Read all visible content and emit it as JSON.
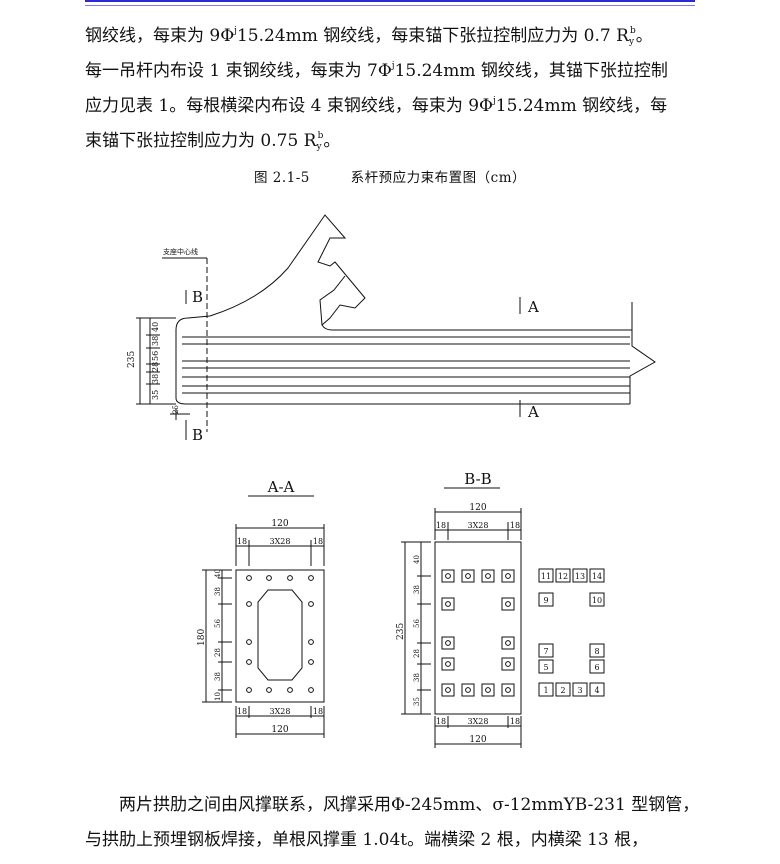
{
  "paragraph1": {
    "l1": "钢绞线，每束为 9Φ",
    "l1_sup": "j",
    "l1_b": "15.24mm 钢绞线，每束锚下张拉控制应力为 0.7 R",
    "l1_sub": "y",
    "l1_sup2": "b",
    "l1_c": "。",
    "l2a": "每一吊杆内布设 1 束钢绞线，每束为 7Φ",
    "l2_sup": "j",
    "l2b": "15.24mm 钢绞线，其锚下张拉控制",
    "l3": "应力见表 1。每根横梁内布设 4 束钢绞线，每束为 9Φ",
    "l3_sup": "j",
    "l3b": "15.24mm 钢绞线，每",
    "l4a": "束锚下张拉控制应力为 0.75 R",
    "l4_sub": "y",
    "l4_sup": "b",
    "l4b": "。"
  },
  "caption": {
    "number": "图 2.1-5",
    "title": "系杆预应力束布置图（cm）"
  },
  "elevation": {
    "label_support": "支座中心线",
    "section_b": "B",
    "section_a": "A",
    "dims_vertical": [
      "40",
      "38",
      "56",
      "28",
      "38",
      "35"
    ],
    "dim_total": "235",
    "dim_left": "25"
  },
  "section_aa": {
    "title": "A-A",
    "width_total": "120",
    "edge": "18",
    "spacing": "3X28",
    "height_total": "180",
    "dims_vertical": [
      "40",
      "38",
      "56",
      "28",
      "38",
      "10"
    ]
  },
  "section_bb": {
    "title": "B-B",
    "width_total": "120",
    "edge": "18",
    "spacing": "3X28",
    "height_total": "235",
    "dims_vertical": [
      "40",
      "38",
      "56",
      "28",
      "38",
      "35"
    ],
    "numbers": [
      "11",
      "12",
      "13",
      "14",
      "9",
      "10",
      "7",
      "8",
      "5",
      "6",
      "1",
      "2",
      "3",
      "4"
    ]
  },
  "paragraph2": {
    "l1": "两片拱肋之间由风撑联系，风撑采用Φ-245mm、σ-12mmYB-231 型钢管，",
    "l2": "与拱肋上预埋钢板焊接，单根风撑重 1.04t。端横梁 2 根，内横梁 13 根，"
  }
}
